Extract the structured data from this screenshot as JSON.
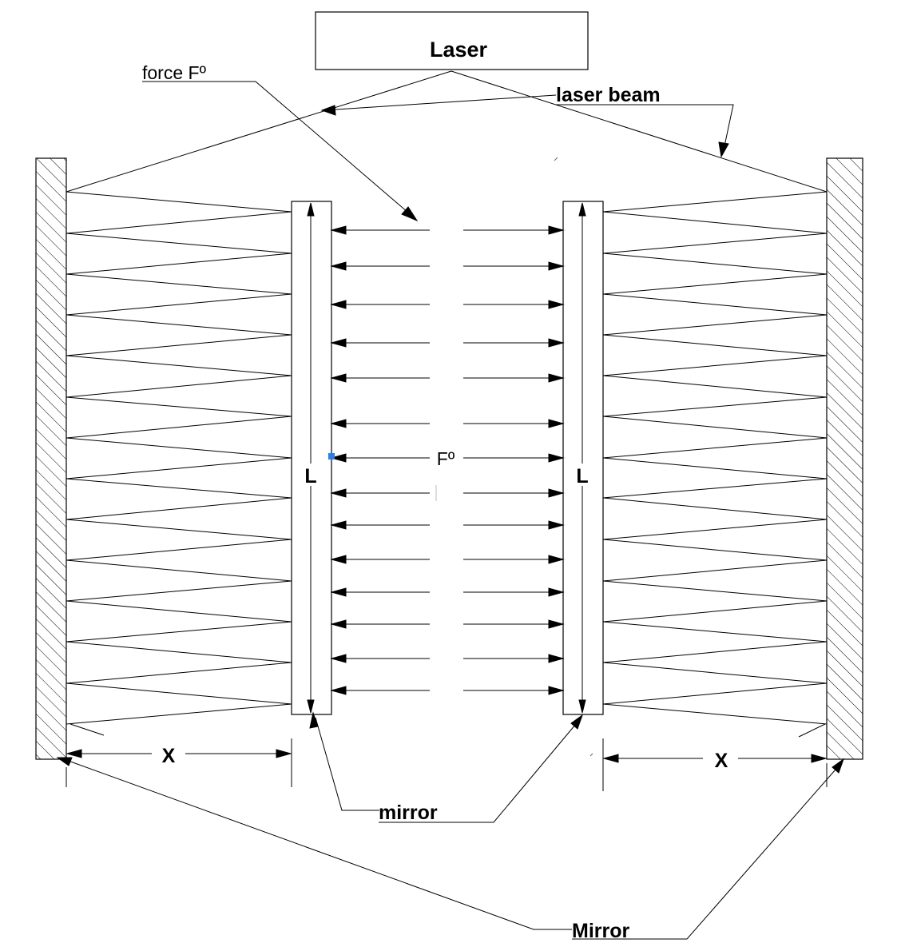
{
  "labels": {
    "laser": "Laser",
    "force_callout": "force Fº",
    "laser_beam": "laser beam",
    "force_center": "Fº",
    "length_left": "L",
    "length_right": "L",
    "distance_left": "X",
    "distance_right": "X",
    "inner_mirror": "mirror",
    "outer_mirror": "Mirror"
  },
  "colors": {
    "line": "#000000",
    "marker": "#2b7fe0"
  }
}
